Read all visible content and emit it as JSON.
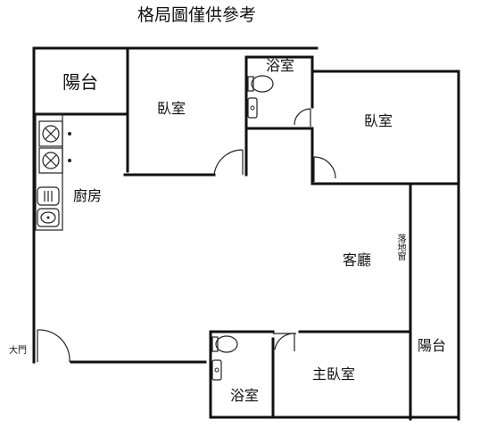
{
  "title": "格局圖僅供參考",
  "rooms": {
    "balcony_top": "陽台",
    "bedroom_1": "臥室",
    "bathroom_top": "浴室",
    "bedroom_2": "臥室",
    "kitchen": "廚房",
    "living_room": "客廳",
    "floor_window": "落地窗",
    "bathroom_bottom": "浴室",
    "master_bedroom": "主臥室",
    "balcony_right": "陽台",
    "main_door": "大門"
  }
}
